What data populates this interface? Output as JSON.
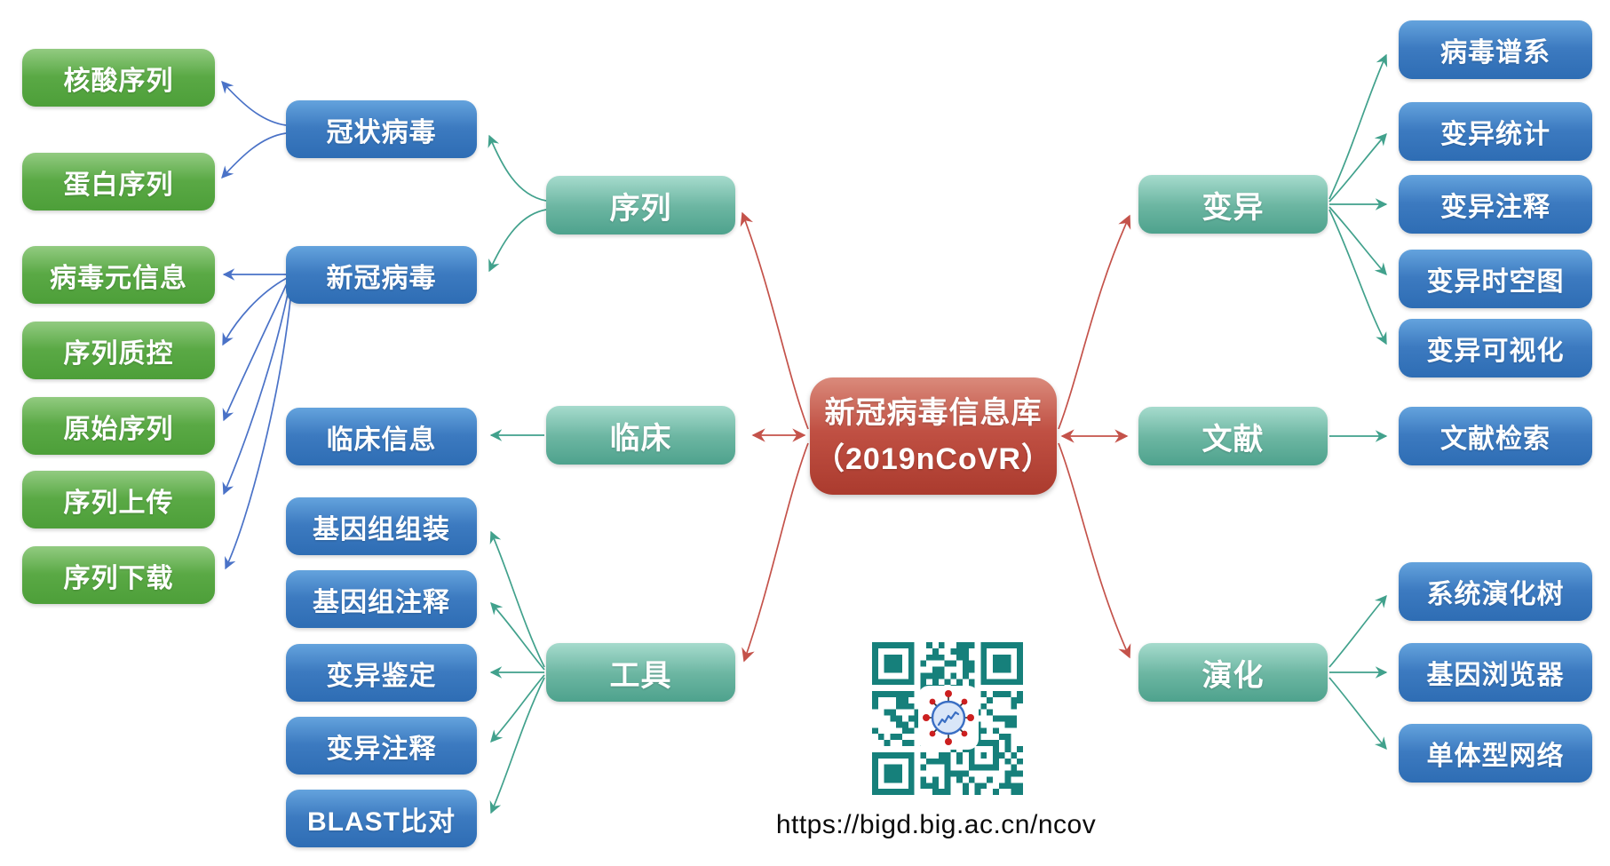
{
  "map": {
    "center": {
      "title": "新冠病毒信息库",
      "subtitle": "（2019nCoVR）"
    },
    "branches": {
      "sequence": {
        "label": "序列"
      },
      "clinical": {
        "label": "临床"
      },
      "tools": {
        "label": "工具"
      },
      "variation": {
        "label": "变异"
      },
      "literature": {
        "label": "文献"
      },
      "evolution": {
        "label": "演化"
      }
    },
    "sequence_children": {
      "coronavirus": {
        "label": "冠状病毒"
      },
      "ncov": {
        "label": "新冠病毒"
      }
    },
    "coronavirus_children": {
      "nucleotide": {
        "label": "核酸序列"
      },
      "protein": {
        "label": "蛋白序列"
      }
    },
    "ncov_children": {
      "metadata": {
        "label": "病毒元信息"
      },
      "qc": {
        "label": "序列质控"
      },
      "raw": {
        "label": "原始序列"
      },
      "upload": {
        "label": "序列上传"
      },
      "download": {
        "label": "序列下载"
      }
    },
    "clinical_children": {
      "clinical_info": {
        "label": "临床信息"
      }
    },
    "tools_children": {
      "assembly": {
        "label": "基因组组装"
      },
      "annotation": {
        "label": "基因组注释"
      },
      "calling": {
        "label": "变异鉴定"
      },
      "var_annotation": {
        "label": "变异注释"
      },
      "blast": {
        "label": "BLAST比对"
      }
    },
    "variation_children": {
      "lineage": {
        "label": "病毒谱系"
      },
      "stats": {
        "label": "变异统计"
      },
      "annotation": {
        "label": "变异注释"
      },
      "spatiotemporal": {
        "label": "变异时空图"
      },
      "visualization": {
        "label": "变异可视化"
      }
    },
    "literature_children": {
      "search": {
        "label": "文献检索"
      }
    },
    "evolution_children": {
      "tree": {
        "label": "系统演化树"
      },
      "browser": {
        "label": "基因浏览器"
      },
      "haplotype": {
        "label": "单体型网络"
      }
    }
  },
  "footer": {
    "url": "https://bigd.big.ac.cn/ncov"
  },
  "colors": {
    "green_node": "#5aa945",
    "blue_node": "#3c7ac0",
    "teal_node": "#6cb6a2",
    "center_node": "#c05043",
    "edge_blue": "#4a72c7",
    "edge_teal": "#41a18c",
    "edge_red": "#c4524a",
    "qr_teal": "#16807b",
    "url_text": "#0b0b0b"
  }
}
